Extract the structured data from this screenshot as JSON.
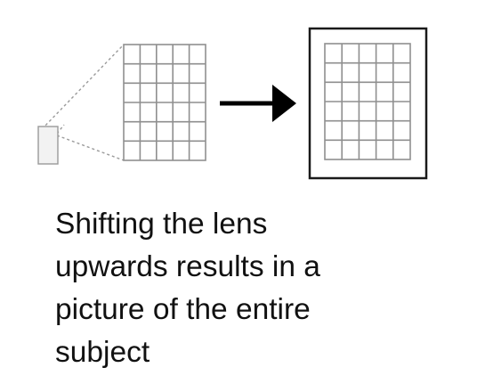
{
  "caption": {
    "lines": [
      "Shifting the lens",
      "upwards results in a",
      "picture of the entire",
      "subject"
    ]
  },
  "colors": {
    "grid_line": "#8f8f8f",
    "frame": "#1a1a1a",
    "arrow": "#000000",
    "sensor_fill": "#f2f2f2",
    "caption_text": "#111111"
  },
  "icons": {
    "arrow": "right-arrow-icon"
  }
}
